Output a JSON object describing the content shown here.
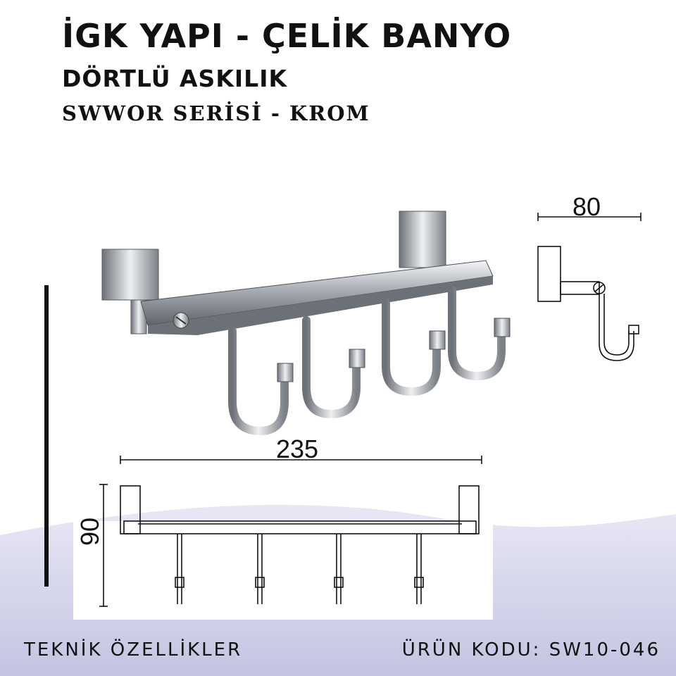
{
  "header": {
    "title": "İGK YAPI - ÇELİK BANYO",
    "subtitle": "DÖRTLÜ ASKILIK",
    "series": "SWWOR SERİSİ - KROM"
  },
  "dimensions": {
    "depth": "80",
    "width": "235",
    "height": "90"
  },
  "footer": {
    "left": "TEKNİK ÖZELLİKLER",
    "right": "ÜRÜN KODU: SW10-046"
  },
  "colors": {
    "background": "#ffffff",
    "wave": "#c9c9e6",
    "ink": "#111111",
    "chrome": "#b9bcc2"
  }
}
